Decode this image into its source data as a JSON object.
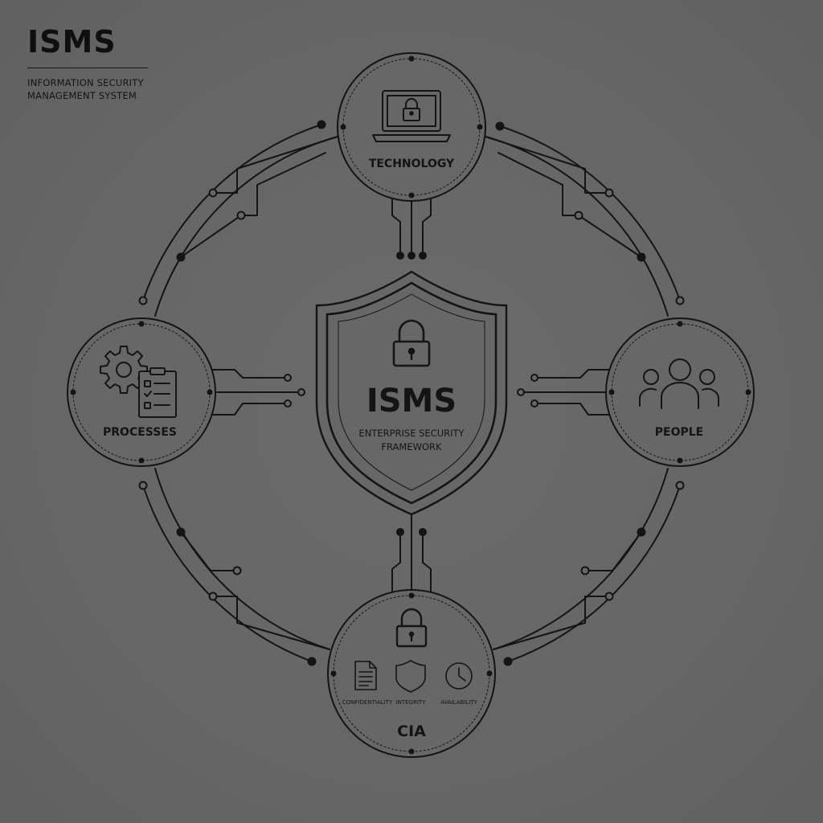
{
  "header": {
    "title": "ISMS",
    "subtitle_line1": "INFORMATION SECURITY",
    "subtitle_line2": "MANAGEMENT SYSTEM"
  },
  "center": {
    "title": "ISMS",
    "subtitle_line1": "ENTERPRISE SECURITY",
    "subtitle_line2": "FRAMEWORK",
    "icon": "padlock-icon"
  },
  "nodes": {
    "technology": {
      "label": "TECHNOLOGY",
      "icon": "laptop-lock-icon"
    },
    "processes": {
      "label": "PROCESSES",
      "icon": "gear-clipboard-icon"
    },
    "people": {
      "label": "PEOPLE",
      "icon": "people-group-icon"
    },
    "cia": {
      "label": "CIA",
      "icon": "padlock-icon",
      "items": [
        {
          "label": "CONFIDENTIALITY",
          "icon": "document-icon"
        },
        {
          "label": "INTEGRITY",
          "icon": "shield-icon"
        },
        {
          "label": "AVAILABILITY",
          "icon": "clock-icon"
        }
      ]
    }
  },
  "colors": {
    "background": "#676767",
    "line": "#141414"
  }
}
